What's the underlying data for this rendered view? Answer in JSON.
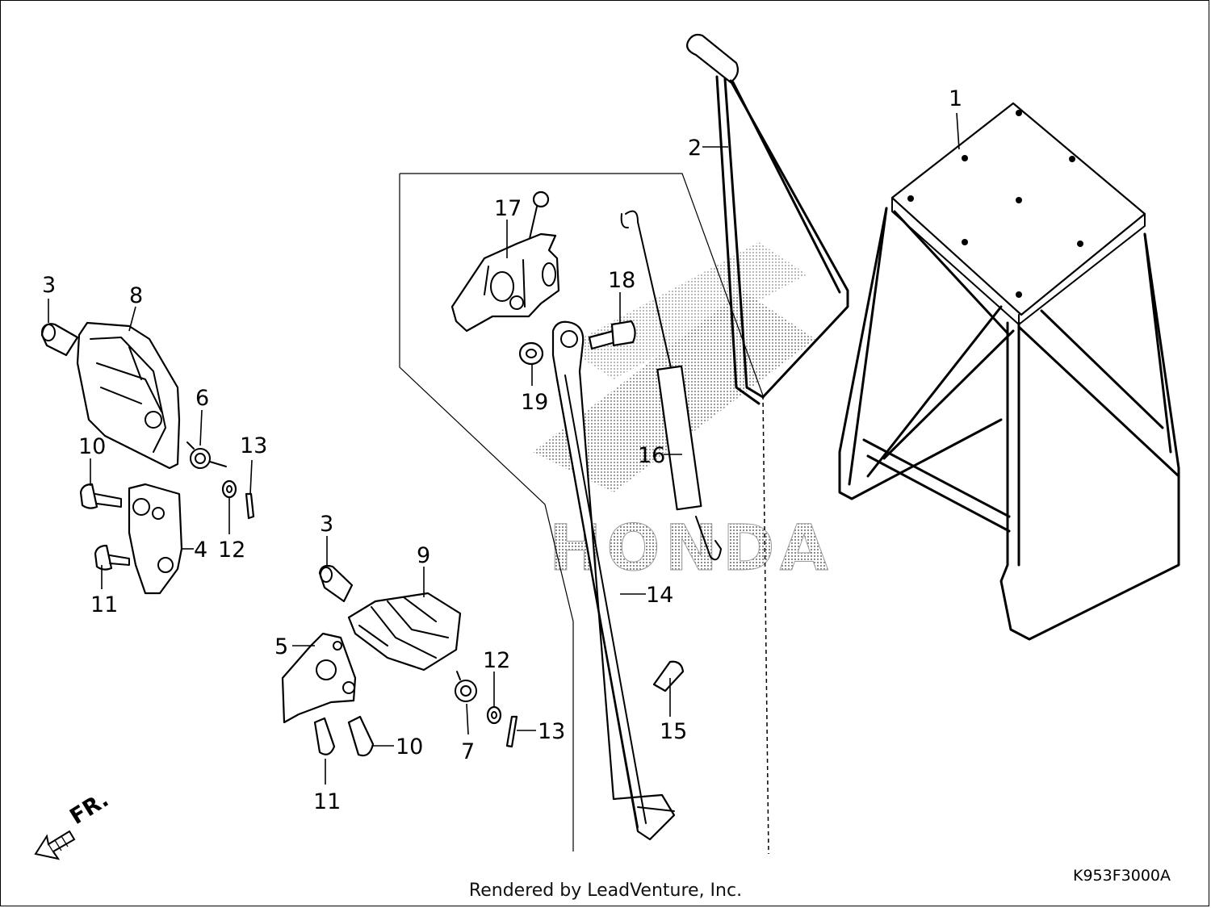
{
  "diagram": {
    "callouts": [
      "1",
      "2",
      "3",
      "8",
      "6",
      "10",
      "13",
      "4",
      "12",
      "11",
      "17",
      "18",
      "19",
      "16",
      "14",
      "3",
      "9",
      "5",
      "12",
      "7",
      "13",
      "10",
      "11",
      "15"
    ],
    "watermark": "HONDA",
    "direction_label": "FR.",
    "diagram_code": "K953F3000A"
  },
  "footer": {
    "credit": "Rendered by LeadVenture, Inc."
  },
  "colors": {
    "line": "#000000",
    "background": "#ffffff",
    "watermark": "#9a9a9a"
  }
}
